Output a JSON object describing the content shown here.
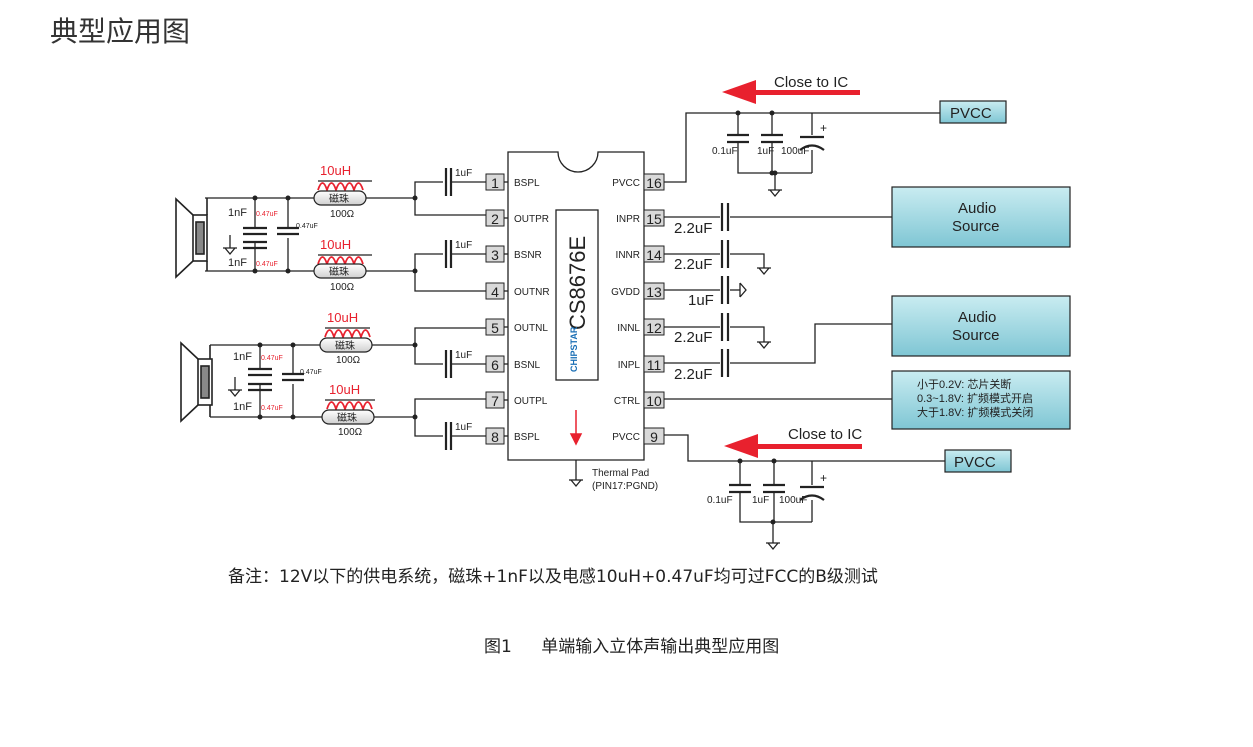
{
  "page_title": "典型应用图",
  "chip": {
    "part_number": "CS8676E",
    "logo_text": "CHIPSTAR",
    "left_pins": [
      {
        "num": "1",
        "name": "BSPL"
      },
      {
        "num": "2",
        "name": "OUTPR"
      },
      {
        "num": "3",
        "name": "BSNR"
      },
      {
        "num": "4",
        "name": "OUTNR"
      },
      {
        "num": "5",
        "name": "OUTNL"
      },
      {
        "num": "6",
        "name": "BSNL"
      },
      {
        "num": "7",
        "name": "OUTPL"
      },
      {
        "num": "8",
        "name": "BSPL"
      }
    ],
    "right_pins": [
      {
        "num": "16",
        "name": "PVCC"
      },
      {
        "num": "15",
        "name": "INPR"
      },
      {
        "num": "14",
        "name": "INNR"
      },
      {
        "num": "13",
        "name": "GVDD"
      },
      {
        "num": "12",
        "name": "INNL"
      },
      {
        "num": "11",
        "name": "INPL"
      },
      {
        "num": "10",
        "name": "CTRL"
      },
      {
        "num": "9",
        "name": "PVCC"
      }
    ],
    "thermal_pad": [
      "Thermal Pad",
      "(PIN17:PGND)"
    ]
  },
  "labels": {
    "close_to_ic": "Close to IC",
    "pvcc": "PVCC",
    "audio_source": [
      "Audio",
      "Source"
    ],
    "inductor": "10uH",
    "bead": "磁珠",
    "bead_ohm": "100Ω",
    "cap_1uf": "1uF",
    "cap_1nf": "1nF",
    "cap_047uf": "0.47uF",
    "cap_2p2uf": "2.2uF",
    "cap_01uf": "0.1uF",
    "cap_100uf": "100uF",
    "plus": "+"
  },
  "ctrl_box": [
    "小于0.2V: 芯片关断",
    "0.3~1.8V: 扩频模式开启",
    "大于1.8V: 扩频模式关闭"
  ],
  "note": "备注：12V以下的供电系统，磁珠+1nF以及电感10uH+0.47uF均可过FCC的B级测试",
  "caption": {
    "number": "图1",
    "text": "单端输入立体声输出典型应用图"
  },
  "colors": {
    "wire": "#222222",
    "red": "#e8212e",
    "box_fill": "#8fd0dc",
    "pin_fill": "#d9d9d9"
  }
}
